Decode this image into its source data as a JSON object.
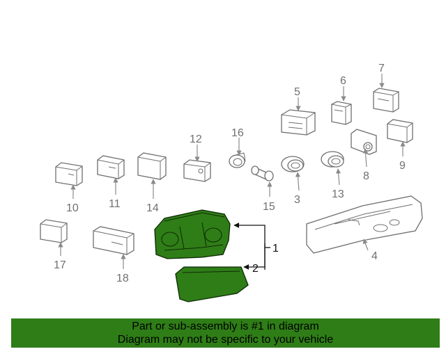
{
  "callouts": {
    "p1": "1",
    "p2": "2",
    "p3": "3",
    "p4": "4",
    "p5": "5",
    "p6": "6",
    "p7": "7",
    "p8": "8",
    "p9": "9",
    "p10": "10",
    "p11": "11",
    "p12": "12",
    "p13": "13",
    "p14": "14",
    "p15": "15",
    "p16": "16",
    "p17": "17",
    "p18": "18"
  },
  "banner": {
    "line1": "Part or sub-assembly is #1 in diagram",
    "line2": "Diagram may not be specific to your vehicle",
    "color": "#2f7d17"
  },
  "highlight_color": "#2f7d17"
}
